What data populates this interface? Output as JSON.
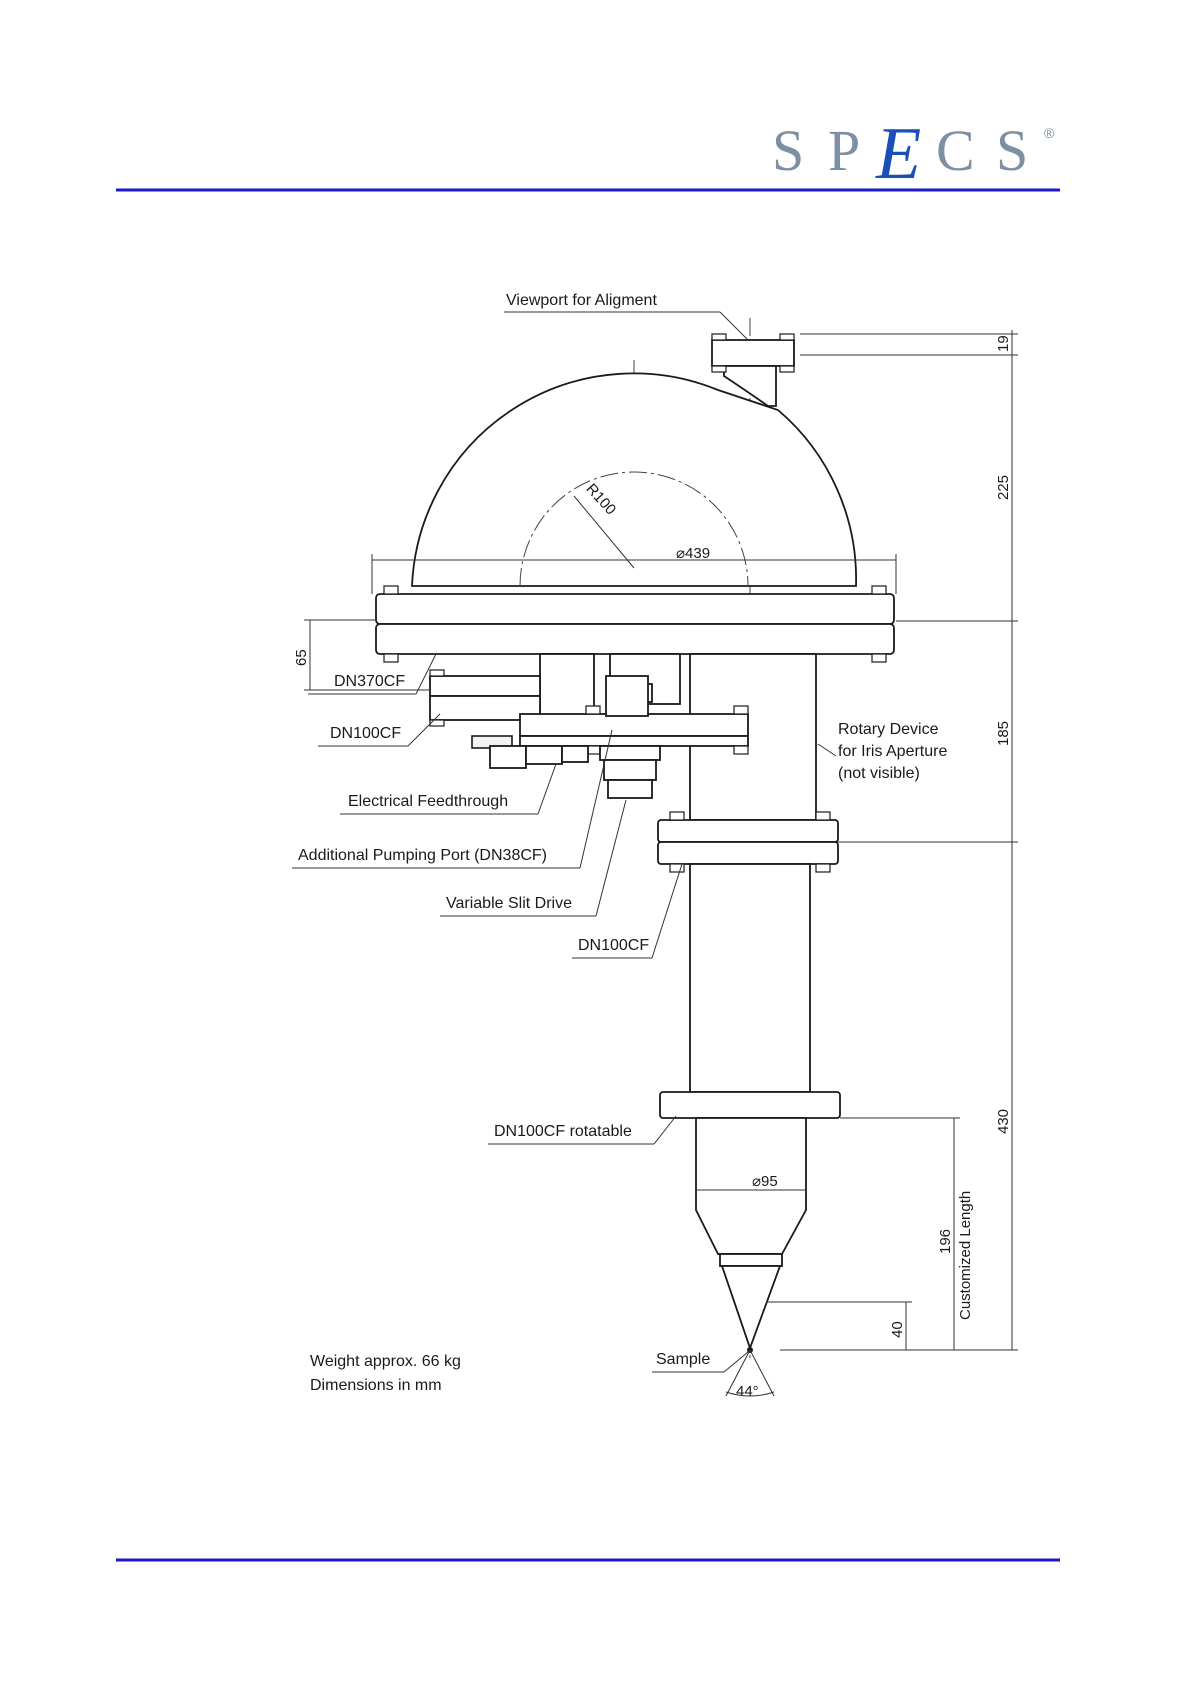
{
  "header": {
    "logo_letters": [
      "S",
      "P",
      "E",
      "C",
      "S"
    ],
    "logo_registered": "®",
    "rule_color": "#1a1acc"
  },
  "colors": {
    "logo_gray": "#7c8fa3",
    "logo_blue": "#1a4fb8",
    "rule": "#1a1acc"
  },
  "labels": {
    "viewport": "Viewport for Aligment",
    "dn370": "DN370CF",
    "dn100_left": "DN100CF",
    "feedthrough": "Electrical Feedthrough",
    "pumping_port": "Additional Pumping Port (DN38CF)",
    "slit_drive": "Variable Slit Drive",
    "dn100_mid": "DN100CF",
    "dn100_rot": "DN100CF rotatable",
    "rotary_1": "Rotary Device",
    "rotary_2": "for Iris Aperture",
    "rotary_3": "(not visible)",
    "sample": "Sample",
    "weight": "Weight approx. 66 kg",
    "units": "Dimensions in mm"
  },
  "dimensions": {
    "radius": "R100",
    "dia_flange": "⌀439",
    "dia_nose": "⌀95",
    "h_viewport": "19",
    "h_dome": "225",
    "h_mid": "185",
    "h_lower": "430",
    "h_flange": "65",
    "h_custom_value": "196",
    "h_custom_label": "Customized Length",
    "h_tip": "40",
    "angle": "44°"
  }
}
